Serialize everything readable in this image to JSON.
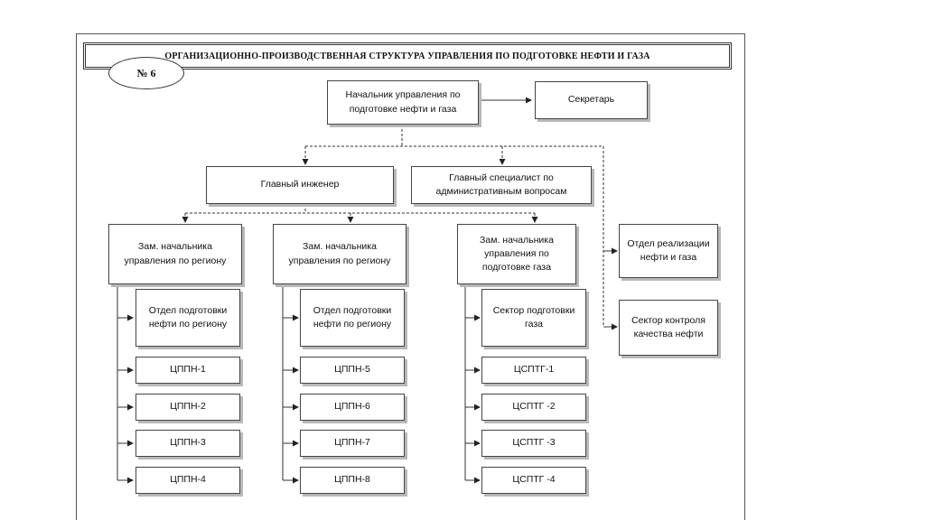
{
  "title": "ОРГАНИЗАЦИОННО-ПРОИЗВОДСТВЕННАЯ СТРУКТУРА  УПРАВЛЕНИЯ  ПО ПОДГОТОВКЕ НЕФТИ И ГАЗА",
  "badge": "№ 6",
  "nodes": {
    "head": "Начальник управления по подготовке нефти и газа",
    "secretary": "Секретарь",
    "chief_engineer": "Главный инженер",
    "admin_specialist": "Главный специалист по административным вопросам",
    "deputy_region_1": "Зам. начальника управления по региону",
    "deputy_region_2": "Зам. начальника управления по региону",
    "deputy_gas": "Зам. начальника управления по подготовке газа",
    "sales_dept": "Отдел реализации нефти и газа",
    "quality_sector": "Сектор контроля качества нефти",
    "oil_dept_1": "Отдел подготовки нефти по региону",
    "oil_dept_2": "Отдел подготовки нефти по региону",
    "gas_sector": "Сектор подготовки газа",
    "col1": [
      "ЦППН-1",
      "ЦППН-2",
      "ЦППН-3",
      "ЦППН-4"
    ],
    "col2": [
      "ЦППН-5",
      "ЦППН-6",
      "ЦППН-7",
      "ЦППН-8"
    ],
    "col3": [
      "ЦСПТГ-1",
      "ЦСПТГ -2",
      "ЦСПТГ -3",
      "ЦСПТГ -4"
    ]
  }
}
